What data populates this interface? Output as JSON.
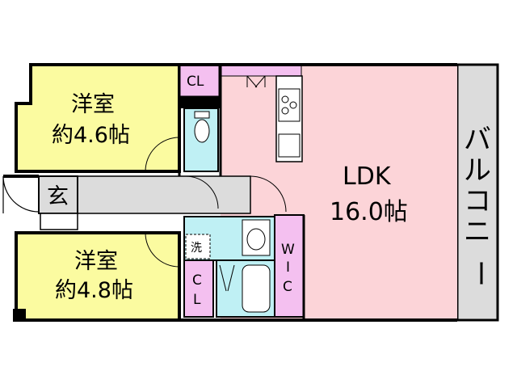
{
  "rooms": {
    "western_room_1": {
      "name": "洋室",
      "area": "約4.6帖",
      "color": "#fbfba0"
    },
    "western_room_2": {
      "name": "洋室",
      "area": "約4.8帖",
      "color": "#fbfba0"
    },
    "ldk": {
      "name": "LDK",
      "area": "16.0帖",
      "color": "#fcd4d8"
    },
    "entrance": {
      "name": "玄"
    },
    "closet_top": {
      "name": "CL",
      "color": "#f4c0f0"
    },
    "closet_bottom": {
      "name_c": "C",
      "name_l": "L",
      "color": "#f4c0f0"
    },
    "wic": {
      "name_w": "W",
      "name_i": "I",
      "name_c": "C",
      "color": "#f4c0f0"
    },
    "washing": {
      "name": "洗"
    },
    "wet_area_color": "#bff0f4",
    "balcony": {
      "chars": [
        "バ",
        "ル",
        "コ",
        "ニ",
        "ー"
      ],
      "color": "#dcdcdc"
    }
  }
}
